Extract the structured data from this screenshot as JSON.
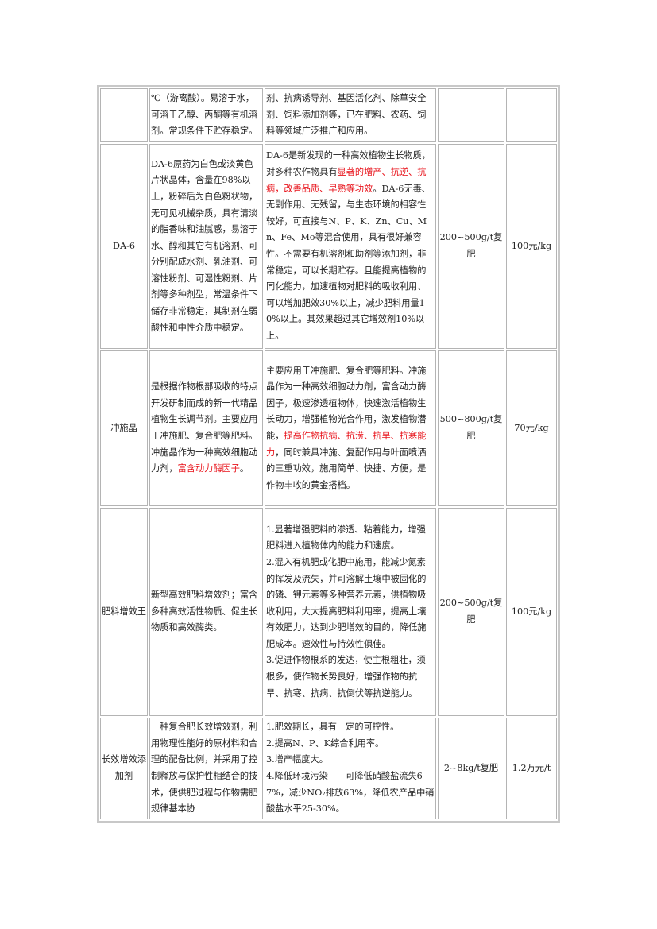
{
  "rows": [
    {
      "name": "",
      "props": "℃（游离酸）。易溶于水，可溶于乙醇、丙酮等有机溶剂。常规条件下贮存稳定。",
      "usage": "剂、抗病诱导剂、基因活化剂、除草安全剂、饲料添加剂等，已在肥料、农药、饲料等领域广泛推广和应用。",
      "dose": "",
      "price": ""
    },
    {
      "name": "DA-6",
      "props": "DA-6原药为白色或淡黄色片状晶体，含量在98%以上，粉碎后为白色粉状物，无可见机械杂质，具有清淡的脂香味和油腻感，易溶于水、醇和其它有机溶剂、可分别配成水剂、乳油剂、可溶性粉剂、可湿性粉剂、片剂等多种剂型，常温条件下储存非常稳定，其制剂在弱酸性和中性介质中稳定。",
      "usage_a": "DA-6是新发现的一种高效植物生长物质，对多种农作物具有",
      "usage_red": "显著的增产、抗逆、抗病，改善品质、早熟等功效",
      "usage_b": "。DA-6无毒、无副作用、无残留，与生态环境的相容性较好，可直接与N、P、K、Zn、Cu、Mn、Fe、Mo等混合使用，具有很好兼容性。不需要有机溶剂和助剂等添加剂，非常稳定，可以长期贮存。且能提高植物的同化能力，加速植物对肥料的吸收利用、可以增加肥效30%以上，减少肥料用量10%以上。其效果超过其它增效剂10%以上。",
      "dose": "200~500g/t复肥",
      "price": "100元/kg"
    },
    {
      "name": "冲施晶",
      "props_a": "是根据作物根部吸收的特点开发研制而成的新一代精品植物生长调节剂。主要应用于冲施肥、复合肥等肥料。冲施晶作为一种高效细胞动力剂，",
      "props_red": "富含动力酶因子",
      "props_b": "。",
      "usage_a": "主要应用于冲施肥、复合肥等肥料。冲施晶作为一种高效细胞动力剂，富含动力酶因子，极速渗透植物体，快速激活植物生长动力，增强植物光合作用，激发植物潜能，",
      "usage_red": "提高作物抗病、抗涝、抗旱、抗寒能力",
      "usage_b": "，同时兼具冲施、复配作用与叶面喷洒的三重功效，施用简单、快捷、方便，是作物丰收的黄金搭档。",
      "dose": "500~800g/t复肥",
      "price": "70元/kg"
    },
    {
      "name": "肥料增效王",
      "props": "新型高效肥料增效剂；富含多种高效活性物质、促生长物质和高效酶类。",
      "usage_items": [
        "1.显著增强肥料的渗透、粘着能力，增强肥料进入植物体内的能力和速度。",
        "2.混入有机肥或化肥中施用，能减少氮素的挥发及流失，并可溶解土壤中被固化的的磷、钾元素等多种营养元素，供植物吸收利用，大大提高肥料利用率，提高土壤有效肥力，达到少肥增效的目的，降低施肥成本。速效性与持效性俱佳。",
        "3.促进作物根系的发达，使主根粗壮，须根多，使作物长势良好，增强作物的抗旱、抗寒、抗病、抗倒伏等抗逆能力。"
      ],
      "dose": "200~500g/t复肥",
      "price": "100元/kg"
    },
    {
      "name": "长效增效添加剂",
      "props": "一种复合肥长效增效剂，利用物理性能好的原材料和合理的配备比例，并采用了控制释放与保护性相结合的技术，使供肥过程与作物需肥规律基本协",
      "usage_items": [
        "1.肥效期长，具有一定的可控性。",
        "2.提高N、P、K综合利用率。",
        "3.增产幅度大。",
        "4.降低环境污染　　可降低硝酸盐流失67%，减少NO₂排放63%，降低农产品中硝酸盐水平25-30%。"
      ],
      "dose": "2~8kg/t复肥",
      "price": "1.2万元/t"
    }
  ]
}
